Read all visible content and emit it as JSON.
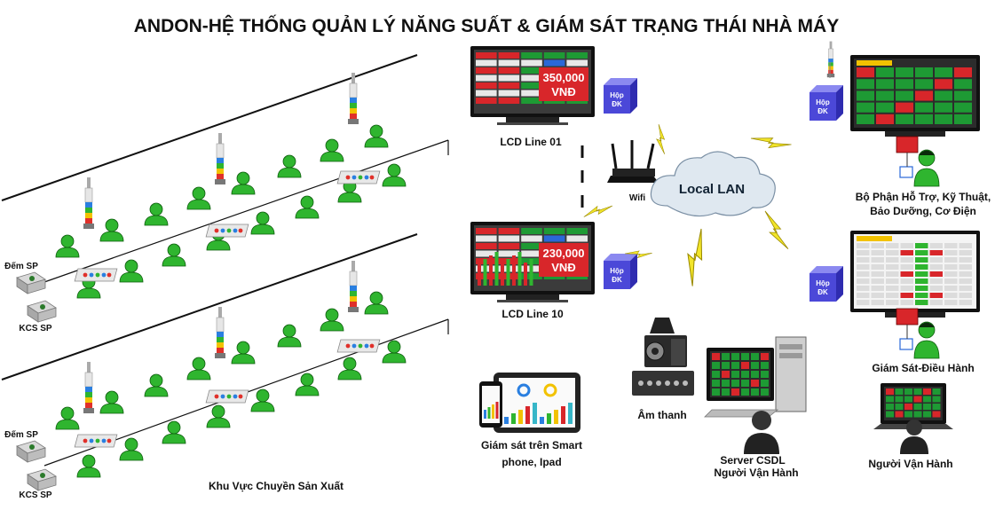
{
  "title": "ANDON-HỆ THỐNG QUẢN LÝ NĂNG SUẤT & GIÁM SÁT TRẠNG THÁI NHÀ MÁY",
  "production": {
    "area_label": "Khu Vực Chuyền Sản Xuất",
    "counter_label_1": "Đếm SP",
    "qc_label_1": "KCS SP",
    "counter_label_2": "Đếm SP",
    "qc_label_2": "KCS SP"
  },
  "lcd": {
    "line_01_label": "LCD Line 01",
    "line_01_value": "350,000",
    "line_01_currency": "VNĐ",
    "line_10_label": "LCD Line 10",
    "line_10_value": "230,000",
    "line_10_currency": "VNĐ"
  },
  "control_box": {
    "label_top": "Hộp",
    "label_bottom": "ĐK"
  },
  "network": {
    "wifi_label": "Wifi",
    "lan_label": "Local LAN"
  },
  "nodes": {
    "support_line1": "Bộ Phận Hỗ Trợ, Kỹ Thuật,",
    "support_line2": "Bảo Dưỡng, Cơ Điện",
    "monitor_label": "Giám Sát-Điều Hành",
    "operator_label": "Người Vận Hành",
    "server_line1": "Server CSDL",
    "server_line2": "Người Vận Hành",
    "audio_label": "Âm thanh",
    "mobile_line1": "Giám sát trên Smart",
    "mobile_line2": "phone, Ipad"
  },
  "colors": {
    "worker_green": "#2fb52f",
    "lcd_red": "#d8262a",
    "box_blue": "#4b48d8",
    "cloud": "#dfe8f0",
    "lightning": "#f2e52a"
  }
}
